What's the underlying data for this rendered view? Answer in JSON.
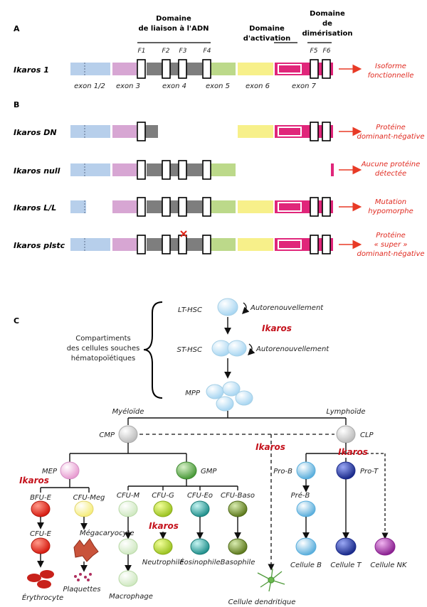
{
  "sections": {
    "a": "A",
    "b": "B",
    "c": "C"
  },
  "domains": {
    "dna_line1": "Domaine",
    "dna_line2": "de liaison à l'ADN",
    "act_line1": "Domaine",
    "act_line2": "d'activation",
    "dim_line1": "Domaine",
    "dim_line2": "de",
    "dim_line3": "dimérisation"
  },
  "fingers": [
    "F1",
    "F2",
    "F3",
    "F4",
    "F5",
    "F6"
  ],
  "exons": [
    "exon 1/2",
    "exon 3",
    "exon 4",
    "exon 5",
    "exon 6",
    "exon 7"
  ],
  "isoforms": {
    "ik1": {
      "name": "Ikaros 1",
      "out1": "Isoforme",
      "out2": "fonctionnelle"
    },
    "dn": {
      "name": "Ikaros DN",
      "out1": "Protéine",
      "out2": "dominant-négative"
    },
    "null": {
      "name": "Ikaros null",
      "out1": "Aucune protéine",
      "out2": "détectée"
    },
    "ll": {
      "name": "Ikaros L/L",
      "out1": "Mutation",
      "out2": "hypomorphe"
    },
    "plstc": {
      "name": "Ikaros plstc",
      "out1": "Protéine",
      "out2": "« super »",
      "out3": "dominant-négative"
    }
  },
  "colors": {
    "exon12": "#b7cfeb",
    "exon3": "#d7a6d3",
    "exon4": "#7e7e7e",
    "exon5": "#bcd98a",
    "exon6": "#f7f08a",
    "exon7": "#e0267a",
    "arrow": "#e83a26",
    "ikaros": "#c4121c"
  },
  "hierarchy": {
    "compartment1": "Compartiments",
    "compartment2": "des cellules souches",
    "compartment3": "hématopoïétiques",
    "lthsc": "LT-HSC",
    "sthsc": "ST-HSC",
    "mpp": "MPP",
    "self1": "Autorenouvellement",
    "self2": "Autorenouvellement",
    "ikaros_top": "Ikaros",
    "myeloid": "Myéloïde",
    "lymphoid": "Lymphoïde",
    "cmp": "CMP",
    "clp": "CLP",
    "ikaros_mid": "Ikaros",
    "ikaros_lymph": "Ikaros",
    "mep": "MEP",
    "gmp": "GMP",
    "ikaros_mep": "Ikaros",
    "bfue": "BFU-E",
    "cfumeg": "CFU-Meg",
    "cfue": "CFU-E",
    "megacaryocyte": "Mégacaryocyte",
    "plaquettes": "Plaquettes",
    "erythrocyte": "Érythrocyte",
    "cfum": "CFU-M",
    "cfug": "CFU-G",
    "cfueo": "CFU-Eo",
    "cfubaso": "CFU-Baso",
    "ikaros_gmp": "Ikaros",
    "macrophage": "Macrophage",
    "neutrophile": "Neutrophile",
    "eosinophile": "Éosinophile",
    "basophile": "Basophile",
    "dendritique": "Cellule dendritique",
    "prob": "Pro-B",
    "pret": "Pro-T",
    "preb": "Pré-B",
    "cellb": "Cellule B",
    "cellt": "Cellule T",
    "cellnk": "Cellule NK"
  }
}
